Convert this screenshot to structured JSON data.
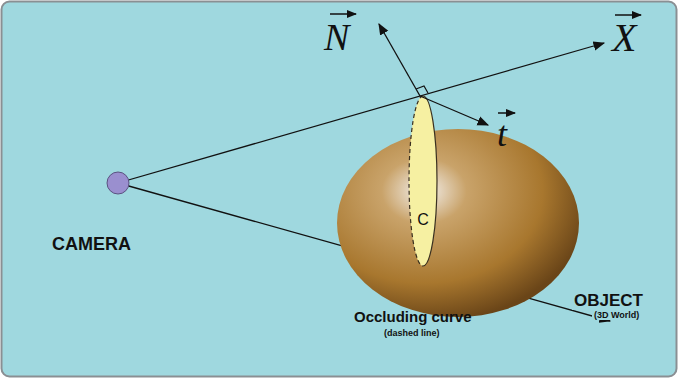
{
  "diagram": {
    "nodes": [
      {
        "text": [
          "CAMERA"
        ]
      },
      {
        "text": [
          "OBJECT",
          "(3D World)"
        ]
      },
      {
        "text": [
          "C"
        ],
        "in": 1
      }
    ],
    "labels": [
      "N",
      "X",
      "t",
      "Occluding curve",
      "(dashed line)"
    ]
  }
}
